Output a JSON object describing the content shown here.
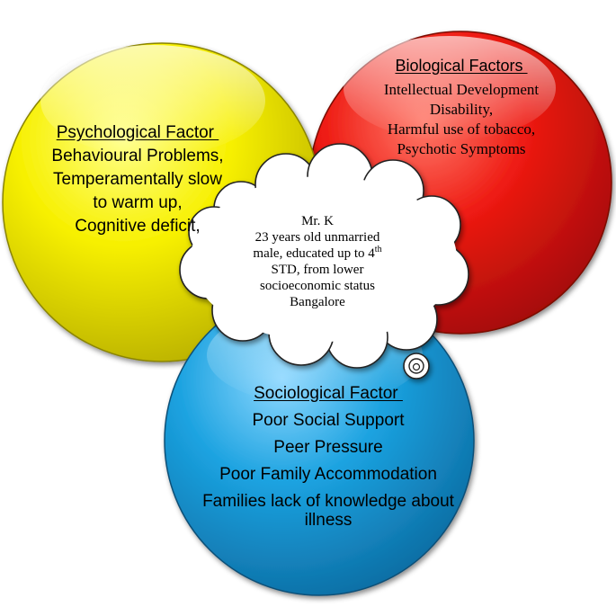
{
  "psychological": {
    "title": "Psychological Factor ",
    "items": [
      "Behavioural Problems,",
      "Temperamentally slow",
      "to warm up,",
      "Cognitive deficit,"
    ]
  },
  "biological": {
    "title": "Biological Factors ",
    "items": [
      "Intellectual Development",
      "Disability,",
      "Harmful use of tobacco,",
      "Psychotic Symptoms"
    ]
  },
  "sociological": {
    "title": "Sociological Factor ",
    "items": [
      "Poor Social Support",
      "Peer Pressure",
      "Poor Family Accommodation",
      "Families lack of knowledge about",
      "illness"
    ]
  },
  "patient": {
    "name": "Mr. K",
    "line1": "23 years old unmarried",
    "line2a": "male, educated up to 4",
    "line2sup": "th",
    "line3": "STD, from lower",
    "line4": "socioeconomic status",
    "line5": "Bangalore"
  },
  "colors": {
    "psychological": "#f5ef00",
    "biological": "#ee1a12",
    "sociological": "#1ba2e0",
    "cloud": "#ffffff"
  }
}
